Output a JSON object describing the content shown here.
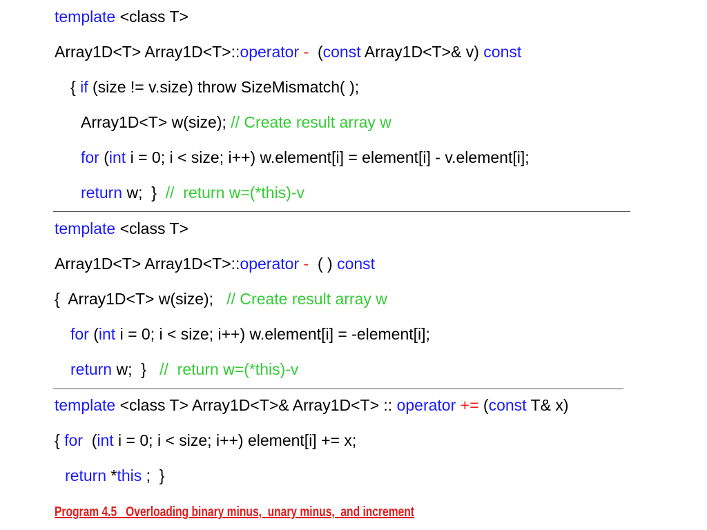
{
  "code_lines": [
    {
      "id": "b1-template-line",
      "tokens": [
        {
          "t": "template",
          "c": "kw"
        },
        {
          "t": " <class T>",
          "c": "tx"
        }
      ]
    },
    {
      "id": "b1-signature-line",
      "tokens": [
        {
          "t": "Array1D<T> Array1D<T>::",
          "c": "tx"
        },
        {
          "t": "operator",
          "c": "kw"
        },
        {
          "t": " ",
          "c": "tx"
        },
        {
          "t": "-",
          "c": "op"
        },
        {
          "t": "  (",
          "c": "tx"
        },
        {
          "t": "const",
          "c": "kw"
        },
        {
          "t": " Array1D<T>& v) ",
          "c": "tx"
        },
        {
          "t": "const",
          "c": "kw"
        }
      ]
    },
    {
      "id": "b1-if-line",
      "tokens": [
        {
          "t": "{ ",
          "c": "tx"
        },
        {
          "t": "if",
          "c": "kw"
        },
        {
          "t": " (size != v.size) throw SizeMismatch( );",
          "c": "tx"
        }
      ]
    },
    {
      "id": "b1-decl-line",
      "tokens": [
        {
          "t": "Array1D<T> w(size); ",
          "c": "tx"
        },
        {
          "t": "// Create result array w",
          "c": "cm"
        }
      ]
    },
    {
      "id": "b1-for-line",
      "tokens": [
        {
          "t": "for",
          "c": "kw"
        },
        {
          "t": " (",
          "c": "tx"
        },
        {
          "t": "int",
          "c": "kw"
        },
        {
          "t": " i = 0; i < size; i++) w.element[i] = element[i] - v.element[i];",
          "c": "tx"
        }
      ]
    },
    {
      "id": "b1-return-line",
      "tokens": [
        {
          "t": "return",
          "c": "kw"
        },
        {
          "t": " w;  }  ",
          "c": "tx"
        },
        {
          "t": "//  return w=(*this)-v",
          "c": "cm"
        }
      ]
    },
    {
      "id": "b2-template-line",
      "tokens": [
        {
          "t": "template",
          "c": "kw"
        },
        {
          "t": " <class T>",
          "c": "tx"
        }
      ]
    },
    {
      "id": "b2-signature-line",
      "tokens": [
        {
          "t": "Array1D<T> Array1D<T>::",
          "c": "tx"
        },
        {
          "t": "operator",
          "c": "kw"
        },
        {
          "t": " ",
          "c": "tx"
        },
        {
          "t": "-",
          "c": "op"
        },
        {
          "t": "  ( ) ",
          "c": "tx"
        },
        {
          "t": "const",
          "c": "kw"
        }
      ]
    },
    {
      "id": "b2-decl-line",
      "tokens": [
        {
          "t": "{  Array1D<T> w(size);   ",
          "c": "tx"
        },
        {
          "t": "// Create result array w",
          "c": "cm"
        }
      ]
    },
    {
      "id": "b2-for-line",
      "tokens": [
        {
          "t": "for",
          "c": "kw"
        },
        {
          "t": " (",
          "c": "tx"
        },
        {
          "t": "int",
          "c": "kw"
        },
        {
          "t": " i = 0; i < size; i++) w.element[i] = -element[i];",
          "c": "tx"
        }
      ]
    },
    {
      "id": "b2-return-line",
      "tokens": [
        {
          "t": "return",
          "c": "kw"
        },
        {
          "t": " w;  }   ",
          "c": "tx"
        },
        {
          "t": "//  return w=(*this)-v",
          "c": "cm"
        }
      ]
    },
    {
      "id": "b3-signature-line",
      "tokens": [
        {
          "t": "template",
          "c": "kw"
        },
        {
          "t": " <class T> Array1D<T>& Array1D<T> :: ",
          "c": "tx"
        },
        {
          "t": "operator",
          "c": "kw"
        },
        {
          "t": " ",
          "c": "tx"
        },
        {
          "t": "+=",
          "c": "op"
        },
        {
          "t": " (",
          "c": "tx"
        },
        {
          "t": "const",
          "c": "kw"
        },
        {
          "t": " T& x)",
          "c": "tx"
        }
      ]
    },
    {
      "id": "b3-for-line",
      "tokens": [
        {
          "t": "{ ",
          "c": "tx"
        },
        {
          "t": "for",
          "c": "kw"
        },
        {
          "t": "  (",
          "c": "tx"
        },
        {
          "t": "int",
          "c": "kw"
        },
        {
          "t": " i = 0; i < size; i++) element[i] += x;",
          "c": "tx"
        }
      ]
    },
    {
      "id": "b3-return-line",
      "tokens": [
        {
          "t": "return",
          "c": "kw"
        },
        {
          "t": " *",
          "c": "tx"
        },
        {
          "t": "this",
          "c": "kw"
        },
        {
          "t": " ;  }",
          "c": "tx"
        }
      ]
    }
  ],
  "caption": "Program 4.5   Overloading binary minus,  unary minus,  and increment",
  "colors": {
    "keyword": "#1a1aff",
    "operator": "#ff1a1a",
    "comment": "#33cc33",
    "text": "#000000",
    "caption": "#e01b1b"
  }
}
